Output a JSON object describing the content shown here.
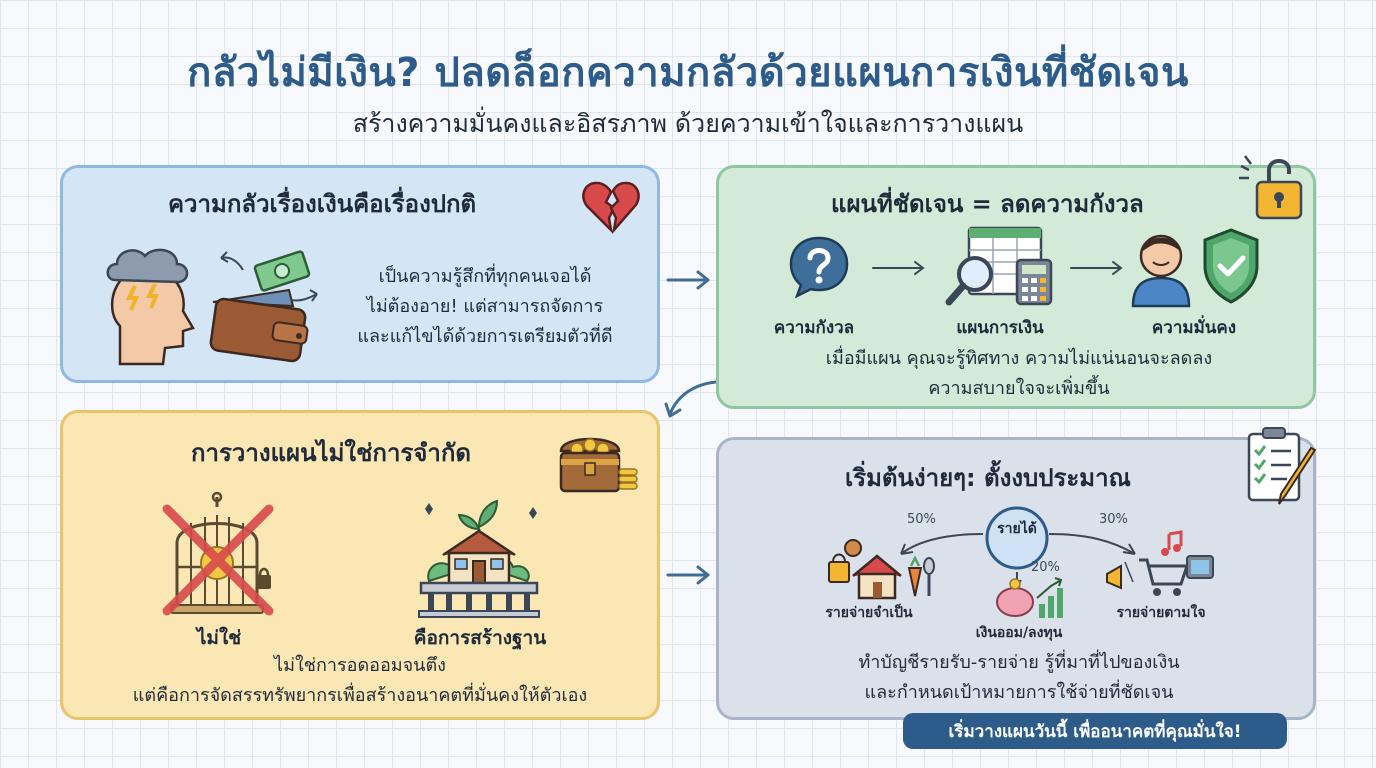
{
  "header": {
    "title": "กลัวไม่มีเงิน? ปลดล็อกความกลัวด้วยแผนการเงินที่ชัดเจน",
    "subtitle": "สร้างความมั่นคงและอิสรภาพ ด้วยความเข้าใจและการวางแผน"
  },
  "fear_card": {
    "title": "ความกลัวเรื่องเงินคือเรื่องปกติ",
    "body": [
      "เป็นความรู้สึกที่ทุกคนเจอได้",
      "ไม่ต้องอาย! แต่สามารถจัดการ",
      "และแก้ไขได้ด้วยการเตรียมตัวที่ดี"
    ],
    "icons": [
      "stressed-head-icon",
      "wallet-icon",
      "cash-icon",
      "broken-heart-icon"
    ]
  },
  "plan_card": {
    "title": "แผนที่ชัดเจน = ลดความกังวล",
    "steps": [
      {
        "label": "ความกังวล",
        "icon": "question-bubble-icon"
      },
      {
        "label": "แผนการเงิน",
        "icon": "spreadsheet-calculator-icon"
      },
      {
        "label": "ความมั่นคง",
        "icon": "person-shield-icon"
      }
    ],
    "body": [
      "เมื่อมีแผน คุณจะรู้ทิศทาง ความไม่แน่นอนจะลดลง",
      "ความสบายใจจะเพิ่มขึ้น"
    ],
    "icons": [
      "padlock-icon"
    ]
  },
  "planning_card": {
    "title": "การวางแผนไม่ใช่การจำกัด",
    "not_label": "ไม่ใช่",
    "is_label": "คือการสร้างฐาน",
    "body": [
      "ไม่ใช่การอดออมจนตึง",
      "แต่คือการจัดสรรทรัพยากรเพื่อสร้างอนาคตที่มั่นคงให้ตัวเอง"
    ],
    "icons": [
      "crossed-cage-icon",
      "house-foundation-icon",
      "treasure-chest-icon"
    ]
  },
  "budget_card": {
    "title": "เริ่มต้นง่ายๆ: ตั้งงบประมาณ",
    "income_label": "รายได้",
    "needs": {
      "percent": "50%",
      "label": "รายจ่ายจำเป็น"
    },
    "savings": {
      "percent": "20%",
      "label": "เงินออม/ลงทุน"
    },
    "wants": {
      "percent": "30%",
      "label": "รายจ่ายตามใจ"
    },
    "body": [
      "ทำบัญชีรายรับ-รายจ่าย รู้ที่มาที่ไปของเงิน",
      "และกำหนดเป้าหมายการใช้จ่ายที่ชัดเจน"
    ],
    "icons": [
      "clipboard-checklist-icon"
    ]
  },
  "cta": {
    "label": "เริ่มวางแผนวันนี้ เพื่ออนาคตที่คุณมั่นใจ!"
  },
  "colors": {
    "title": "#2d5b8a",
    "blue_card": "#d4e6f6",
    "green_card": "#d3ead9",
    "yellow_card": "#fbe7b3",
    "gray_card": "#dbe1ea",
    "cta": "#2d5b8a"
  }
}
